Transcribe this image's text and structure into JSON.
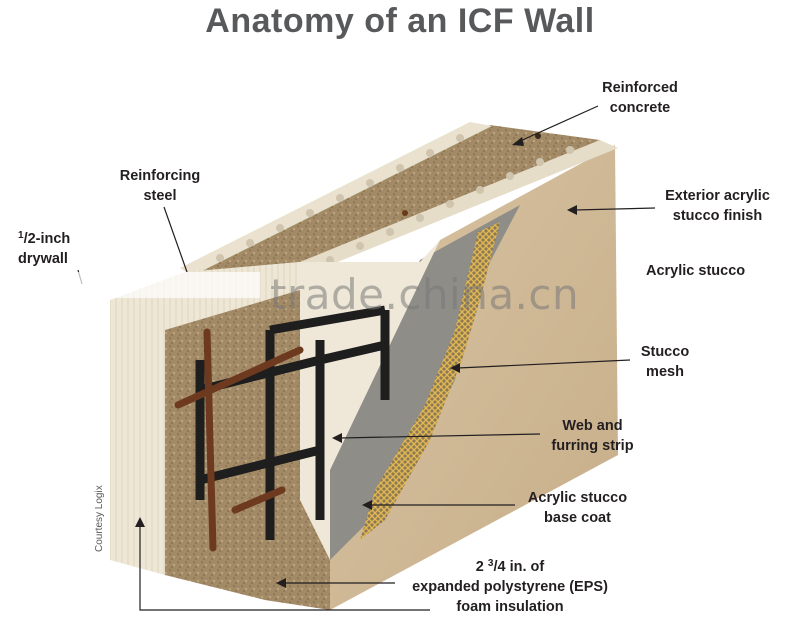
{
  "title": "Anatomy of an ICF Wall",
  "labels": {
    "reinforced_concrete": [
      "Reinforced",
      "concrete"
    ],
    "reinforcing_steel": [
      "Reinforcing",
      "steel"
    ],
    "drywall_sup": "1",
    "drywall_line1": "/2-inch",
    "drywall_line2": "drywall",
    "exterior_finish": [
      "Exterior acrylic",
      "stucco finish"
    ],
    "acrylic_stucco": "Acrylic stucco",
    "stucco_mesh": [
      "Stucco",
      "mesh"
    ],
    "web_furring": [
      "Web and",
      "furring strip"
    ],
    "base_coat": [
      "Acrylic stucco",
      "base coat"
    ],
    "eps_prefix": "2 ",
    "eps_sup": "3",
    "eps_suffix": "/4 in. of",
    "eps_line2": "expanded polystyrene (EPS)",
    "eps_line3": "foam insulation"
  },
  "credit": "Courtesy Logix",
  "watermark": "trade.china.cn"
}
